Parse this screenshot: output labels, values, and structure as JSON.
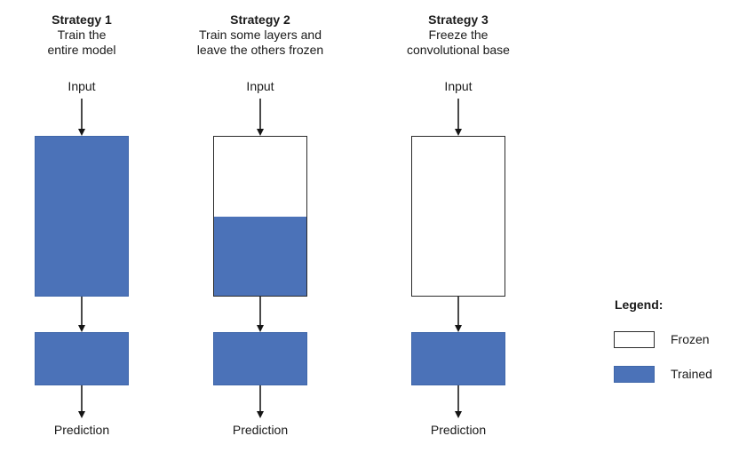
{
  "colors": {
    "trained": "#4b72b8",
    "trained_border": "#3f66a9",
    "frozen_fill": "#ffffff",
    "frozen_border": "#2b2b2b",
    "text": "#1a1a1a",
    "arrow": "#4a4a4a"
  },
  "strategies": [
    {
      "title": "Strategy 1",
      "subtitle_line1": "Train the",
      "subtitle_line2": "entire model",
      "input_label": "Input",
      "prediction_label": "Prediction",
      "conv_base_state": "trained",
      "classifier_state": "trained"
    },
    {
      "title": "Strategy 2",
      "subtitle_line1": "Train some layers and",
      "subtitle_line2": "leave the others frozen",
      "input_label": "Input",
      "prediction_label": "Prediction",
      "conv_base_state": "partially frozen, lower half trained",
      "classifier_state": "trained"
    },
    {
      "title": "Strategy 3",
      "subtitle_line1": "Freeze the",
      "subtitle_line2": "convolutional base",
      "input_label": "Input",
      "prediction_label": "Prediction",
      "conv_base_state": "frozen",
      "classifier_state": "trained"
    }
  ],
  "legend": {
    "title": "Legend:",
    "items": [
      {
        "label": "Frozen",
        "swatch": "frozen"
      },
      {
        "label": "Trained",
        "swatch": "trained"
      }
    ]
  }
}
